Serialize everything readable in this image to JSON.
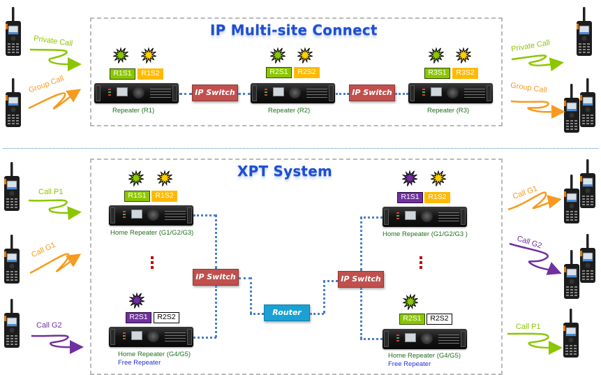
{
  "colors": {
    "title_blue": "#1f4fd0",
    "slot_green": "#8cc600",
    "slot_yellow": "#ffba00",
    "slot_purple": "#7030a0",
    "ip_switch": "#c0504d",
    "router": "#1ba1d4",
    "link_dots": "#4a7fc1",
    "call_green": "#8cc600",
    "call_orange": "#f79a1e",
    "call_purple": "#7030a0"
  },
  "top": {
    "title": "IP Multi-site Connect",
    "left_calls": [
      {
        "label": "Private Call",
        "color": "green"
      },
      {
        "label": "Group Call",
        "color": "orange"
      }
    ],
    "right_calls": [
      {
        "label": "Private Call",
        "color": "green"
      },
      {
        "label": "Group Call",
        "color": "orange"
      }
    ],
    "repeaters": [
      {
        "label": "Repeater (R1)",
        "slots": [
          {
            "name": "R1S1",
            "color": "green",
            "burst": "green"
          },
          {
            "name": "R1S2",
            "color": "yellow",
            "burst": "yellow"
          }
        ]
      },
      {
        "label": "Repeater (R2)",
        "slots": [
          {
            "name": "R2S1",
            "color": "green",
            "burst": "green"
          },
          {
            "name": "R2S2",
            "color": "yellow",
            "burst": "yellow"
          }
        ]
      },
      {
        "label": "Repeater (R3)",
        "slots": [
          {
            "name": "R3S1",
            "color": "green",
            "burst": "green"
          },
          {
            "name": "R3S2",
            "color": "yellow",
            "burst": "yellow"
          }
        ]
      }
    ],
    "switches": [
      "IP Switch",
      "IP Switch"
    ]
  },
  "bottom": {
    "title": "XPT System",
    "left_calls": [
      {
        "label": "Call P1",
        "color": "green"
      },
      {
        "label": "Call G1",
        "color": "orange"
      },
      {
        "label": "Call G2",
        "color": "purple"
      }
    ],
    "right_calls": [
      {
        "label": "Call G1",
        "color": "orange"
      },
      {
        "label": "Call G2",
        "color": "purple"
      },
      {
        "label": "Call P1",
        "color": "green"
      }
    ],
    "left_site": {
      "top_repeater": {
        "label": "Home Repeater (G1/G2/G3)",
        "slots": [
          {
            "name": "R1S1",
            "color": "green",
            "burst": "green"
          },
          {
            "name": "R1S2",
            "color": "yellow",
            "burst": "yellow"
          }
        ]
      },
      "bottom_repeater": {
        "label": "Home Repeater (G4/G5)",
        "sublabel": "Free Repeater",
        "slots": [
          {
            "name": "R2S1",
            "color": "purple",
            "burst": "purple"
          },
          {
            "name": "R2S2",
            "color": "white",
            "burst": ""
          }
        ]
      },
      "switch": "IP Switch"
    },
    "right_site": {
      "top_repeater": {
        "label": "Home Repeater (G1/G2/G3 )",
        "slots": [
          {
            "name": "R1S1",
            "color": "purple",
            "burst": "purple"
          },
          {
            "name": "R1S2",
            "color": "yellow",
            "burst": "yellow"
          }
        ]
      },
      "bottom_repeater": {
        "label": "Home Repeater (G4/G5)",
        "sublabel": "Free Repeater",
        "slots": [
          {
            "name": "R2S1",
            "color": "green",
            "burst": "green"
          },
          {
            "name": "R2S2",
            "color": "white",
            "burst": ""
          }
        ]
      },
      "switch": "IP Switch"
    },
    "router": "Router"
  }
}
